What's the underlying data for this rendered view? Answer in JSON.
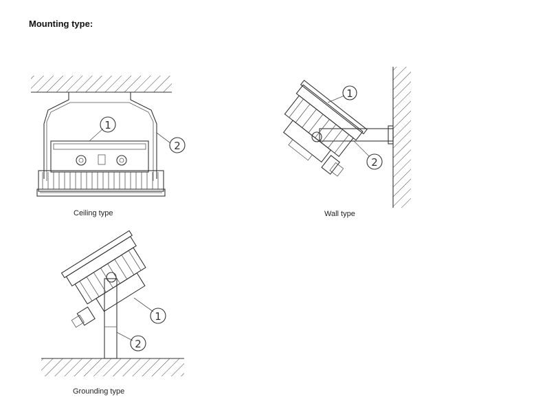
{
  "title": "Mounting type:",
  "figures": {
    "ceiling": {
      "caption": "Ceiling type",
      "callouts": [
        "①",
        "②"
      ]
    },
    "wall": {
      "caption": "Wall type",
      "callouts": [
        "①",
        "②"
      ]
    },
    "grounding": {
      "caption": "Grounding type",
      "callouts": [
        "①",
        "②"
      ]
    }
  },
  "colors": {
    "line": "#333333",
    "background": "#ffffff"
  }
}
